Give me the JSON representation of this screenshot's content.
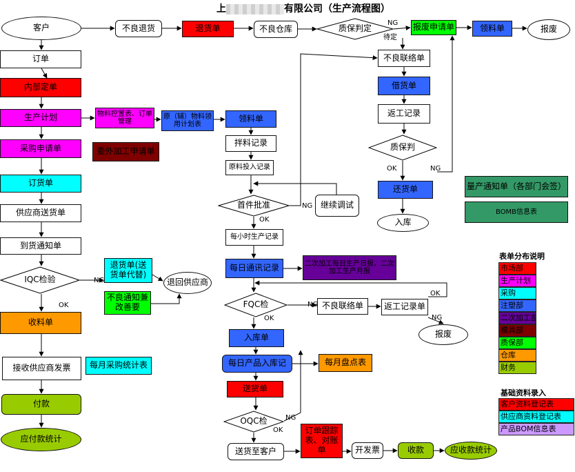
{
  "title": {
    "prefix": "上",
    "suffix": "有限公司（生产流程图）",
    "redacted": true
  },
  "colors": {
    "市场部": "#ff0000",
    "生产计划": "#ff00ff",
    "采购": "#00ffff",
    "注塑部": "#3366ff",
    "二次加工部": "#660099",
    "模具部": "#7f0000",
    "质保部": "#00ff00",
    "仓库": "#ff9900",
    "财务": "#99cc00",
    "白": "#ffffff",
    "基础": "#339966",
    "产品BOM": "#cc99ff"
  },
  "nodes": {
    "customer": "客户",
    "bad_return": "不良退货",
    "return_note": "退货单",
    "bad_warehouse": "不良仓库",
    "qa_judge": "质保判定",
    "scrap_request": "报废申请单",
    "material_requisition_top": "领料单",
    "scrap_top": "报废",
    "order": "订单",
    "internal_order": "内部定单",
    "production_plan": "生产计划",
    "material_control": "物料控置表、订单管理",
    "raw_material_plan": "原（辅）物料领用计划表",
    "material_requisition": "领料单",
    "purchase_request": "采购申请单",
    "outsource_request": "委外加工申请单",
    "mixing_record": "拌料记录",
    "raw_input_record": "原料投入记录",
    "purchase_order": "订货单",
    "supplier_delivery": "供应商送货单",
    "arrival_notice": "到货通知单",
    "iqc": "IQC检验",
    "return_slip": "退货单(送货单代替)",
    "bad_notice": "不良通知兼改善要",
    "return_supplier": "退回供应商",
    "receipt": "收料单",
    "supplier_invoice": "接收供应商发票",
    "monthly_purchase": "每月采购统计表",
    "payment": "付款",
    "payable_stats": "应付款统计",
    "defect_notice_right": "不良联络单",
    "borrow_note": "借货单",
    "rework_record_right": "返工记录",
    "qa_judge2": "质保判",
    "return_goods": "还货单",
    "inbound_right": "入库",
    "first_article": "首件批准",
    "continue_debug": "继续调试",
    "hourly_record": "每小时生产记录",
    "daily_comm": "每日通讯记录",
    "secondary_daily": "二次加工每日生产日报、二次加工生产月报",
    "fqc": "FQC检",
    "defect_notice_mid": "不良联络单",
    "rework_record_mid": "返工记录单",
    "scrap_mid": "报废",
    "inbound_note": "入库单",
    "daily_inbound": "每日产品入库记",
    "monthly_inventory": "每月盘点表",
    "delivery_note": "送货单",
    "oqc": "OQC检",
    "ship_customer": "送货至客户",
    "order_tracking": "订单跟踪表、对账单",
    "invoice": "开发票",
    "collection": "收款",
    "receivable_stats": "应收款统计",
    "mass_production_notice": "量产通知单（各部门会签）",
    "bom_info": "BOMB信息表"
  },
  "edge_labels": {
    "ng": "NG",
    "ok": "OK",
    "pending": "待定"
  },
  "legend": {
    "title": "表单分布说明",
    "items": [
      "市场部",
      "生产计划",
      "采购",
      "注塑部",
      "二次加工部",
      "模具部",
      "质保部",
      "仓库",
      "财务"
    ]
  },
  "basic": {
    "title": "基础资料录入",
    "items": [
      "客户资料登记表",
      "供应商资料登记表",
      "产品BOM信息表"
    ]
  }
}
